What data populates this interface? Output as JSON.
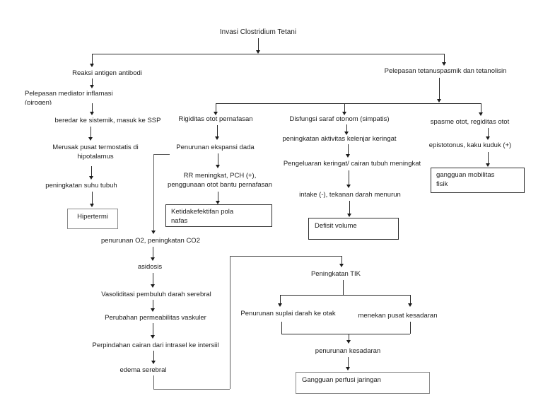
{
  "flow": {
    "root": "Invasi Clostridium Tetani",
    "immune": {
      "reaksi": "Reaksi antigen antibodi",
      "mediator_line1": "Pelepasan mediator inflamasi",
      "mediator_line2": "(pirogen)",
      "beredar": "beredar ke sistemik, masuk ke SSP",
      "merusak_line1": "Merusak pusat termostatis di",
      "merusak_line2": "hipotalamus",
      "suhu": "peningkatan suhu  tubuh",
      "diagnosis": "Hipertermi"
    },
    "toxin": "Pelepasan tetanuspasmik dan tetanolisin",
    "respiratory": {
      "rigiditas": "Rigiditas otot pernafasan",
      "ekspansi": "Penurunan ekspansi dada",
      "rr_line1": "RR meningkat, PCH (+),",
      "rr_line2": "penggunaan otot bantu pernafasan",
      "diagnosis_line1": "Ketidakefektifan pola",
      "diagnosis_line2": "nafas"
    },
    "autonomic": {
      "disfungsi": "Disfungsi saraf otonom (simpatis)",
      "aktivitas": "peningkatan aktivitas kelenjar keringat",
      "pengeluaran": "Pengeluaran keringat/ cairan tubuh meningkat",
      "intake": "intake (-), tekanan darah menurun",
      "diagnosis": "Defisit volume"
    },
    "muscular": {
      "spasme": "spasme otot, regiditas otot",
      "epistotonus": "epistotonus, kaku kuduk (+)",
      "diagnosis_line1": "gangguan mobilitas",
      "diagnosis_line2": "fisik"
    },
    "cerebral": {
      "o2": "penurunan O2, peningkatan CO2",
      "asidosis": "asidosis",
      "vasoliditasi": "Vasoliditasi pembuluh darah serebral",
      "perubahan": "Perubahan permeabilitas vaskuler",
      "perpindahan": "Perpindahan cairan dari intrasel ke intersiil",
      "edema": "edema serebral"
    },
    "tik": {
      "peningkatan": "Peningkatan TIK",
      "suplai": "Penurunan suplai darah ke otak",
      "menekan": "menekan pusat kesadaran",
      "kesadaran": "penurunan kesadaran",
      "diagnosis": "Gangguan perfusi jaringan"
    }
  },
  "colors": {
    "line": "#2b2b2b",
    "box_border_dark": "#2e2e2e",
    "box_border_gray": "#8a8a8a",
    "text": "#1c1c1c",
    "background": "#ffffff"
  }
}
